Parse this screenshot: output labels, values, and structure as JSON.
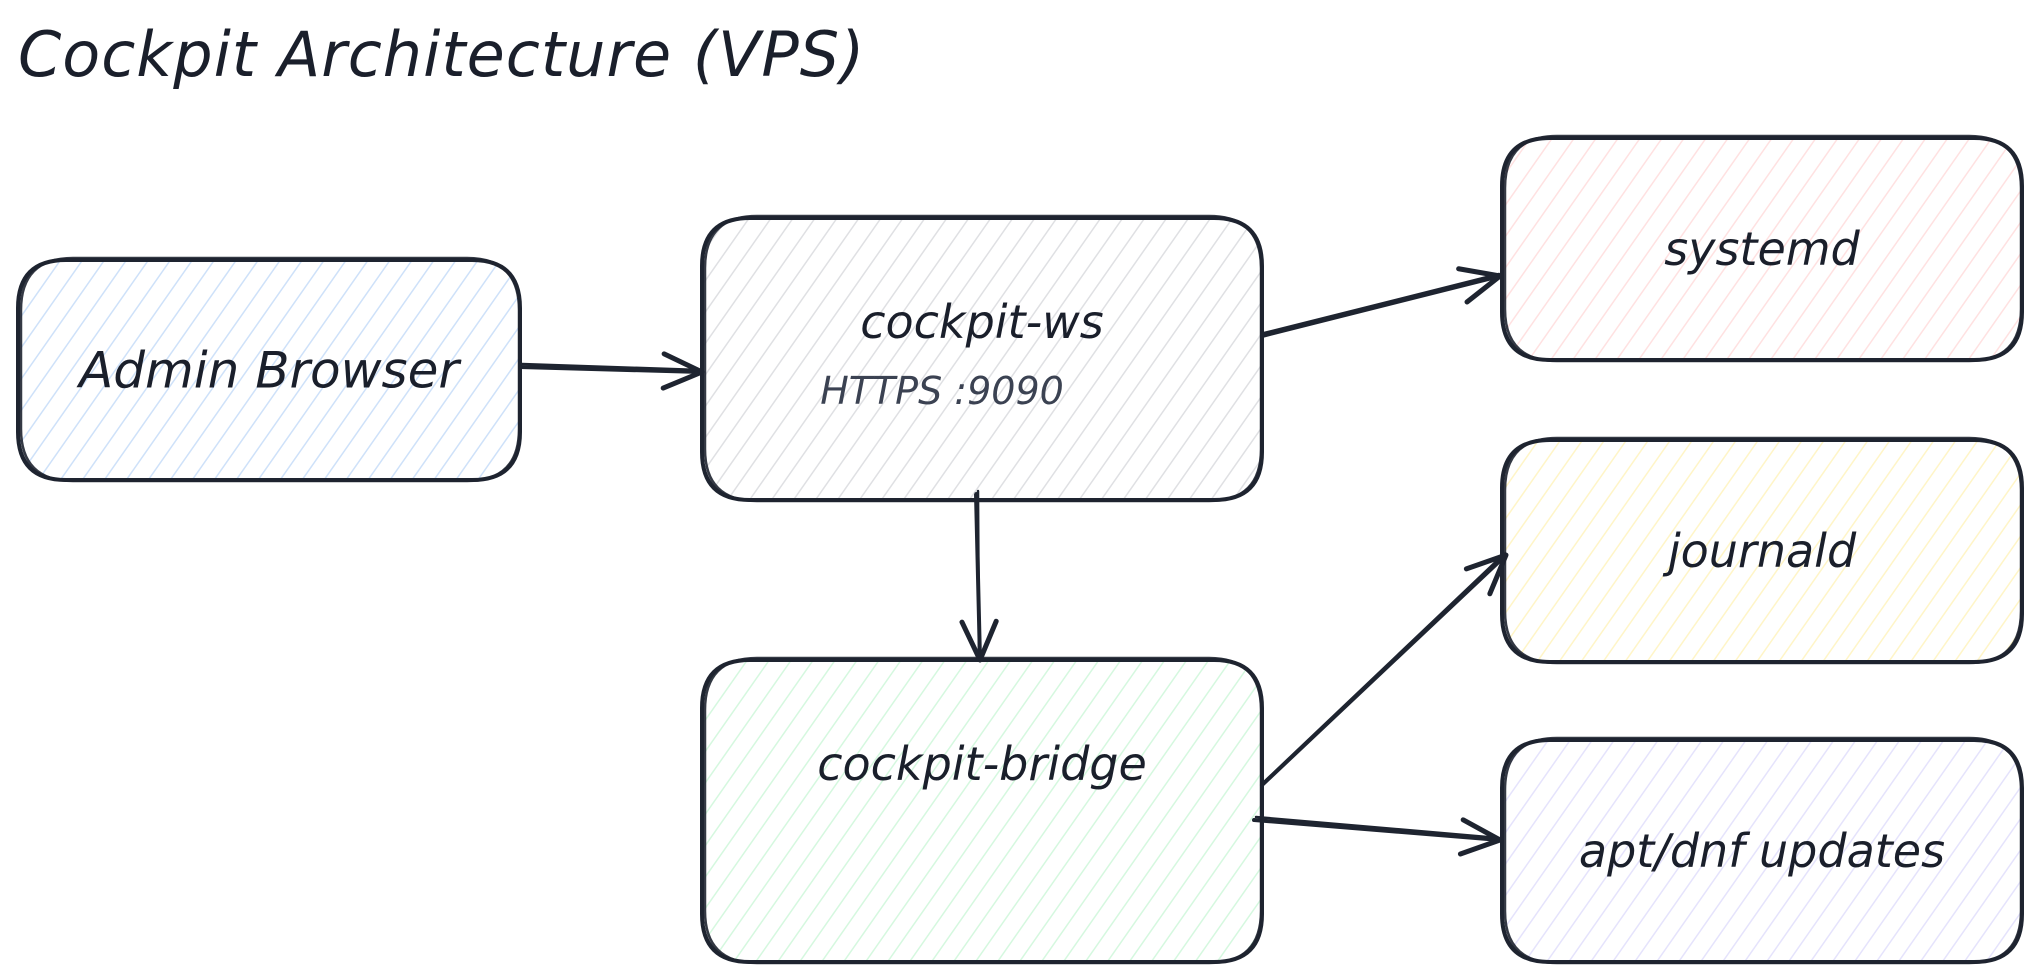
{
  "title": "Cockpit Architecture (VPS)",
  "nodes": [
    {
      "id": "admin-browser",
      "label": "Admin Browser",
      "sublabel": null,
      "fill": "#a5c8f5"
    },
    {
      "id": "cockpit-ws",
      "label": "cockpit-ws",
      "sublabel": "HTTPS :9090",
      "fill": "#c4c7cc"
    },
    {
      "id": "cockpit-bridge",
      "label": "cockpit-bridge",
      "sublabel": null,
      "fill": "#b2f2c4"
    },
    {
      "id": "systemd",
      "label": "systemd",
      "sublabel": null,
      "fill": "#ffc9c9"
    },
    {
      "id": "journald",
      "label": "journald",
      "sublabel": null,
      "fill": "#ffec99"
    },
    {
      "id": "apt-dnf-updates",
      "label": "apt/dnf updates",
      "sublabel": null,
      "fill": "#d0cbfa"
    }
  ],
  "edges": [
    {
      "from": "admin-browser",
      "to": "cockpit-ws"
    },
    {
      "from": "cockpit-ws",
      "to": "systemd"
    },
    {
      "from": "cockpit-ws",
      "to": "cockpit-bridge"
    },
    {
      "from": "cockpit-bridge",
      "to": "journald"
    },
    {
      "from": "cockpit-bridge",
      "to": "apt-dnf-updates"
    }
  ],
  "stroke_color": "#1e2430"
}
